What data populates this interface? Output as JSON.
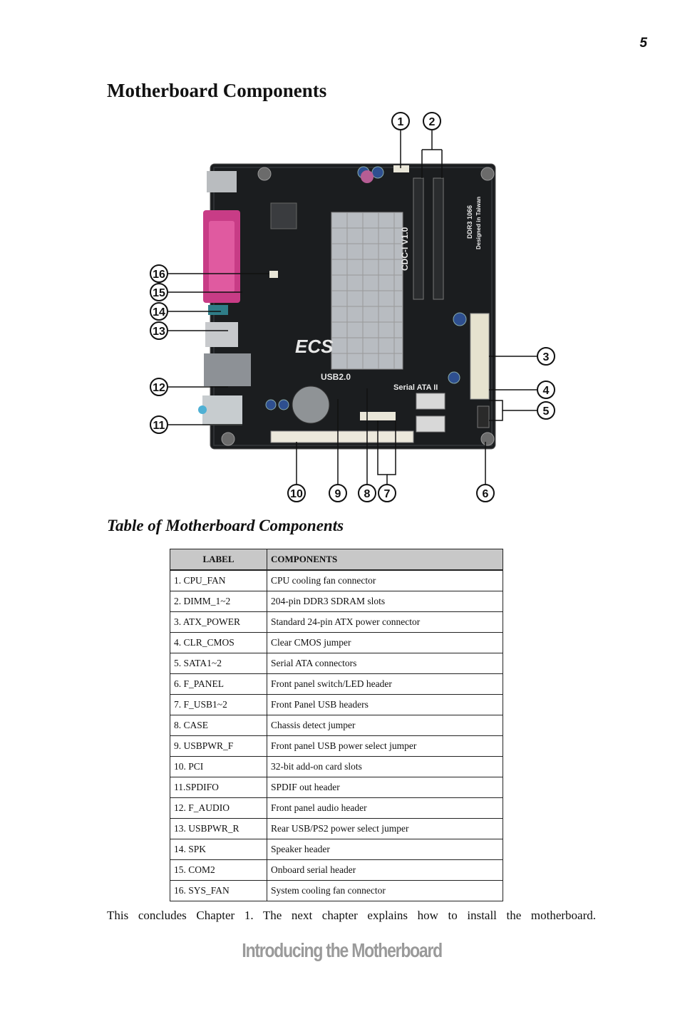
{
  "page_number": "5",
  "heading": "Motherboard Components",
  "figure": {
    "board_labels": {
      "usb2": "USB2.0",
      "serial_ata": "Serial ATA II",
      "brand": "ECS",
      "ddr3": "DDR3 1066",
      "designed": "Designed in Taiwan",
      "model": "CDC-I V1.0"
    },
    "callouts": [
      "1",
      "2",
      "3",
      "4",
      "5",
      "6",
      "7",
      "8",
      "9",
      "10",
      "11",
      "12",
      "13",
      "14",
      "15",
      "16"
    ]
  },
  "table_title": "Table of Motherboard Components",
  "table": {
    "headers": [
      "LABEL",
      "COMPONENTS"
    ],
    "rows": [
      [
        "1. CPU_FAN",
        "CPU cooling fan connector"
      ],
      [
        "2. DIMM_1~2",
        "204-pin DDR3 SDRAM slots"
      ],
      [
        "3. ATX_POWER",
        "Standard 24-pin ATX power connector"
      ],
      [
        "4. CLR_CMOS",
        "Clear CMOS jumper"
      ],
      [
        "5. SATA1~2",
        "Serial ATA connectors"
      ],
      [
        "6. F_PANEL",
        "Front panel switch/LED header"
      ],
      [
        "7. F_USB1~2",
        "Front Panel USB headers"
      ],
      [
        "8. CASE",
        "Chassis detect jumper"
      ],
      [
        "9. USBPWR_F",
        "Front panel USB power select jumper"
      ],
      [
        "10. PCI",
        "32-bit add-on card slots"
      ],
      [
        "11.SPDIFO",
        "SPDIF out header"
      ],
      [
        "12. F_AUDIO",
        "Front panel audio header"
      ],
      [
        "13. USBPWR_R",
        "Rear USB/PS2 power select jumper"
      ],
      [
        "14. SPK",
        "Speaker header"
      ],
      [
        "15. COM2",
        "Onboard serial header"
      ],
      [
        "16. SYS_FAN",
        "System cooling fan connector"
      ]
    ]
  },
  "conclusion": "This concludes Chapter 1. The next chapter explains how to install the motherboard.",
  "footer": "Introducing the Motherboard"
}
